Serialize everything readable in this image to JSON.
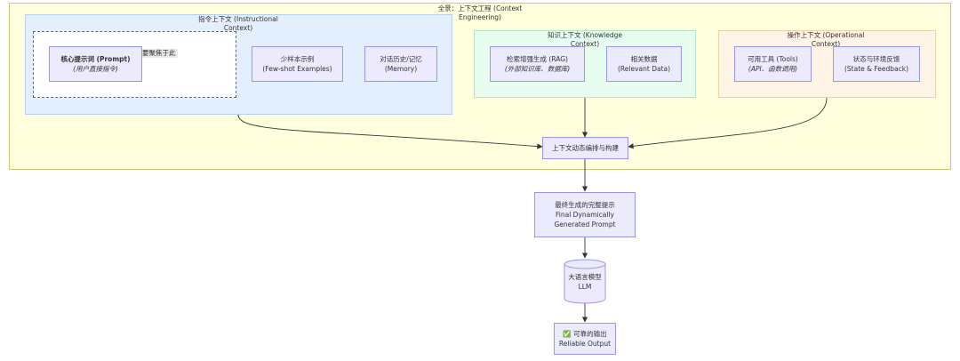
{
  "overall": {
    "line1": "全景：上下文工程 (Context",
    "line2": "Engineering)"
  },
  "instructional": {
    "line1": "指令上下文 (Instructional",
    "line2": "Context)",
    "focus_label": "要聚焦于此",
    "core_prompt": {
      "title": "核心提示词 (Prompt)",
      "subtitle": "(用户直接指令)"
    },
    "few_shot": {
      "line1": "少样本示例",
      "line2": "(Few-shot Examples)"
    },
    "memory": {
      "line1": "对话历史/记忆",
      "line2": "(Memory)"
    }
  },
  "knowledge": {
    "line1": "知识上下文 (Knowledge",
    "line2": "Context)",
    "rag": {
      "line1": "检索增强生成 (RAG)",
      "line2": "(外部知识库、数据库)"
    },
    "relevant": {
      "line1": "相关数据",
      "line2": "(Relevant Data)"
    }
  },
  "operational": {
    "line1": "操作上下文 (Operational",
    "line2": "Context)",
    "tools": {
      "line1": "可用工具 (Tools)",
      "line2": "(API、函数调用)"
    },
    "state": {
      "line1": "状态与环境反馈",
      "line2": "(State & Feedback)"
    }
  },
  "orchestration": {
    "label": "上下文动态编排与构建"
  },
  "final_prompt": {
    "line1": "最终生成的完整提示",
    "line2": "Final Dynamically",
    "line3": "Generated Prompt"
  },
  "llm": {
    "line1": "大语言模型",
    "line2": "LLM"
  },
  "output": {
    "check_icon": "✅",
    "line1": "可靠的输出",
    "line2": "Reliable Output"
  },
  "colors": {
    "outer_bg": "#ffffde",
    "instructional_bg": "#e4effd",
    "knowledge_bg": "#e6fdf0",
    "operational_bg": "#fff4e6",
    "node_bg": "#ecebfe",
    "node_border": "#9c96e8",
    "focus_border": "#e0313b",
    "edge": "#333333"
  }
}
